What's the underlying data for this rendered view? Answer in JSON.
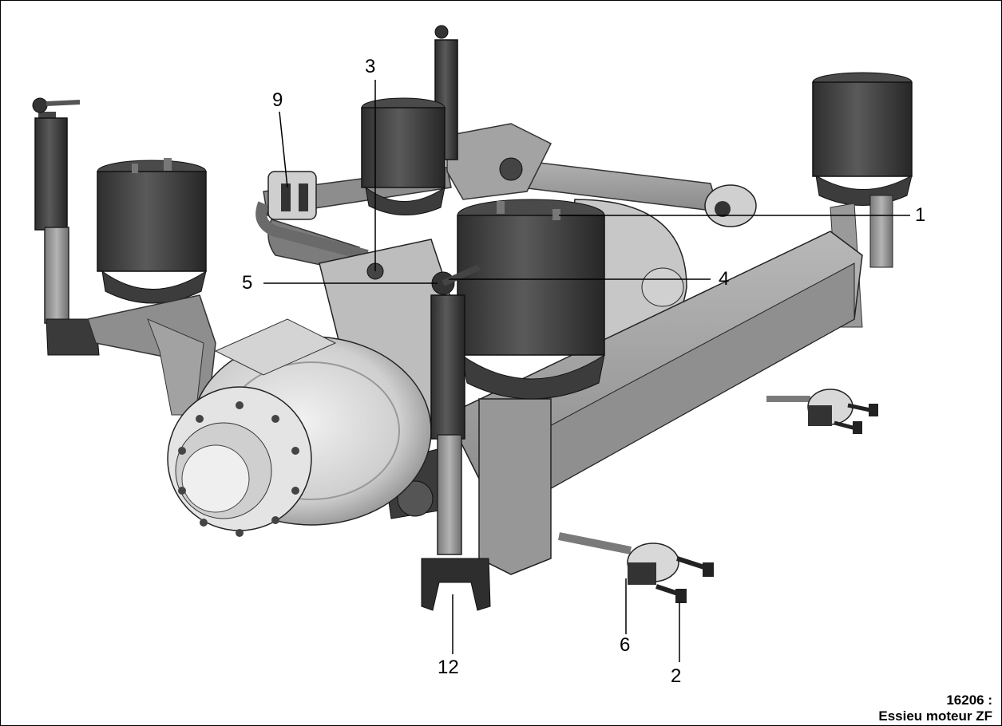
{
  "callouts": {
    "c1": "1",
    "c2": "2",
    "c3": "3",
    "c4": "4",
    "c5": "5",
    "c6": "6",
    "c9": "9",
    "c12": "12"
  },
  "caption": {
    "number": "16206 :",
    "title": "Essieu moteur ZF"
  },
  "colors": {
    "frame": "#000000",
    "dark_rubber": "#3a3a3a",
    "metal": "#9a9a9a",
    "light_metal": "#cfcfcf"
  },
  "icons": [
    "axle-illustration"
  ]
}
